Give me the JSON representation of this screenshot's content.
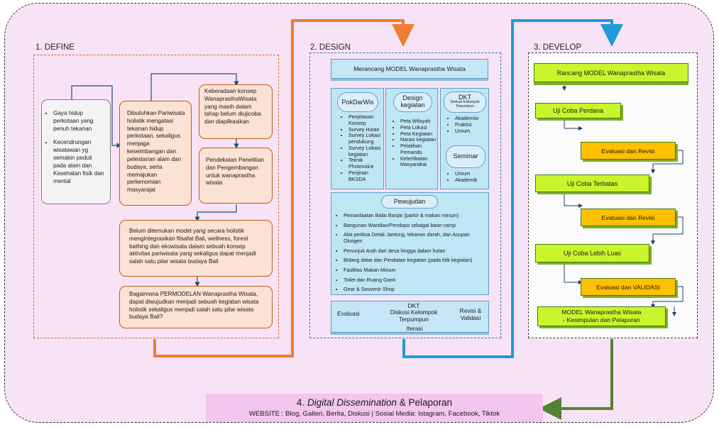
{
  "sections": {
    "define": "1. DEFINE",
    "design": "2. DESIGN",
    "develop": "3. DEVELOP"
  },
  "define": {
    "bullets": [
      "Gaya hidup perkotaan yang penuh tekanan",
      "Kecendrungan wisatawan yg semakin peduli pada alam dan Kesehatan fisik dan mental"
    ],
    "box2": "Dibutuhkan Pariwisata holistik mengatasi tekanan hidup perkotaan, sekaligus menjaga keseimbangan dan pelestarian alam dan budaya, serta memajukan perkenomian masyarajat",
    "box3": "Keberadaan konsep WanaprasthaWisata yang masih dalam tahap belum diujicoba dan diaplikasikan",
    "box4": "Pendekatan Penelitian dan Pengembangan untuk wanaprastha wisata",
    "box5": "Belum ditemukan model yang secara holistik mengintegrasikan filsafat Bali, wellness, forest bathing dan ekowisata dalam sebuah konsep aktivitas pariwisata yang sekaligus dapat menjadi salah satu pilar wisata budaya Bali",
    "box6": "Bagaimana PERMODELAN Wanaprastha Wisata, dapat diwujudkan menjadi sebuah kegiatan wisata holistik sekaligus menjadi salah satu pilar wisata budaya Bali?"
  },
  "design": {
    "banner": "Merancang MODEL Wanaprastha Wisata",
    "pokdarwis": {
      "title": "PokDarWis",
      "items": [
        "Penjelasan Konsep",
        "Survey Hutan",
        "Survey Lokasi pendukung",
        "Survey Lokasi kegiatan",
        "Teknik Photovoice",
        "Perijinan BKSDA"
      ]
    },
    "design_kegiatan": {
      "title_line1": "Design",
      "title_line2": "kegiatan",
      "items": [
        "Peta Wilayah",
        "Peta Lokasi",
        "Peta Kegiatan",
        "Narasi kegiatan",
        "Pelatihan Pemandu",
        "Keterlibatan Masyarakat"
      ]
    },
    "dkt": {
      "title": "DKT",
      "subtitle": "Diskusi Kelompok Terpumpun",
      "items": [
        "Akademisi",
        "Praktisi",
        "Umum"
      ]
    },
    "seminar": {
      "title": "Seminar",
      "items": [
        "Umum",
        "Akademik"
      ]
    },
    "pewujudan": {
      "title": "Pewujudan",
      "items": [
        "Pemanfaatan Balai Banjar (parkir & makan minum)",
        "Bangunan Wantilan/Pendopo  sebagai base-camp",
        "Alat periksa Detak Jantung, tekanan darah, dan Asupan Oksigen",
        "Penunjuk Arah dari desa hingga dalam hutan",
        "Bidang datar dan Peralatan kegiatan (pada titik kegiatan)",
        "Fasilitas Makan Minum",
        "Toilet dan Ruang Ganti",
        "Gear & Souvenir Shop"
      ]
    },
    "bottom": {
      "evaluasi": "Evaluasi",
      "dkt_title": "DKT",
      "dkt_sub": "Diskusi Kelompok Terpumpun",
      "revisi_line1": "Revisi &",
      "revisi_line2": "Validasi",
      "iterasi": "Iterasi"
    }
  },
  "develop": {
    "banner": "Rancang MODEL Wanaprastha Wisata",
    "steps": [
      "Uji Coba Perdana",
      "Evaluasi dan Revisi",
      "Uji Coba Terbatas",
      "Evaluasi dan Revisi",
      "Uji Coba Lebih Luas",
      "Evaluasi dan VALIDASI"
    ],
    "final_line1": "MODEL Wanaprastha Wisata",
    "final_line2": "- Kesimpulan dan Pelaporan"
  },
  "dissemination": {
    "num": "4. ",
    "title_italic": "Digital Dissemination",
    "title_rest": " & Pelaporan",
    "line2": "WEBSITE : Blog, Galleri, Berita, Diskusi  |  Sosial Media: Istagram, Facebook, Tiktok"
  },
  "colors": {
    "define": "#c55a11",
    "design": "#2e75b6",
    "flow_orange": "#ed7d31",
    "flow_blue": "#1f9ad6",
    "flow_green": "#548235",
    "develop_green": "#c8f52c",
    "develop_orange": "#ffc000"
  }
}
